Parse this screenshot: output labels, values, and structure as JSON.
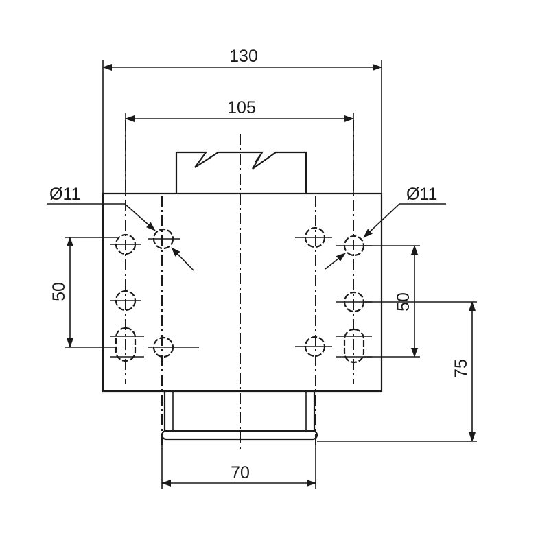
{
  "drawing": {
    "dimensions": {
      "overall_width": "130",
      "mount_width": "105",
      "hole_diameter_left": "Ø11",
      "hole_diameter_right": "Ø11",
      "vertical_spacing_left": "50",
      "vertical_spacing_right": "50",
      "height_to_base": "75",
      "bottom_width": "70"
    }
  }
}
